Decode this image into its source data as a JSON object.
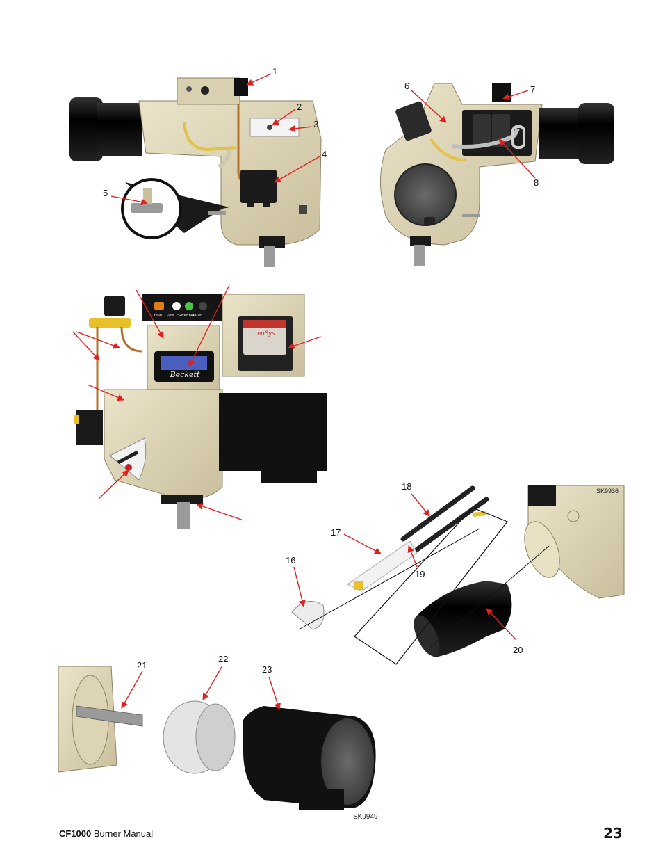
{
  "callouts": {
    "c1": "1",
    "c2": "2",
    "c3": "3",
    "c4": "4",
    "c5": "5",
    "c6": "6",
    "c7": "7",
    "c8": "8",
    "c16": "16",
    "c17": "17",
    "c18": "18",
    "c19": "19",
    "c20": "20",
    "c21": "21",
    "c22": "22",
    "c23": "23"
  },
  "control_panel": {
    "brand": "Beckett",
    "controller_brand": "enSys",
    "indicators": [
      "HIGH",
      "LOW",
      "POWER ON",
      "FUEL ON"
    ]
  },
  "drawing_codes": {
    "code1": "SK9936",
    "code2": "SK9949"
  },
  "footer": {
    "manual_bold": "CF1000",
    "manual_rest": " Burner Manual",
    "page": "23"
  },
  "colors": {
    "callout_arrow": "#e02020",
    "housing": "#d9d0b2",
    "black_part": "#111111"
  }
}
